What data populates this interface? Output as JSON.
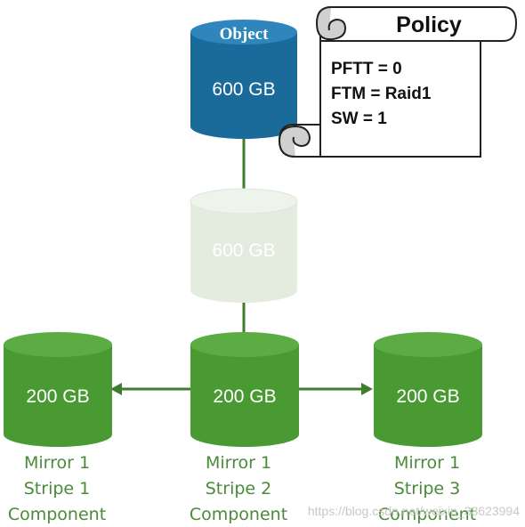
{
  "object": {
    "title": "Object",
    "size": "600 GB"
  },
  "policy": {
    "title": "Policy",
    "lines": [
      "PFTT = 0",
      "FTM = Raid1",
      "SW = 1"
    ]
  },
  "mirror": {
    "size": "600 GB"
  },
  "components": [
    {
      "size": "200 GB",
      "line1": "Mirror 1",
      "line2": "Stripe 1",
      "line3": "Component"
    },
    {
      "size": "200 GB",
      "line1": "Mirror 1",
      "line2": "Stripe 2",
      "line3": "Component"
    },
    {
      "size": "200 GB",
      "line1": "Mirror 1",
      "line2": "Stripe 3",
      "line3": "Component"
    }
  ],
  "watermark": "https://blog.csdn.net/weixin_38623994",
  "colors": {
    "object_body": "#1a6a9a",
    "object_top": "#2e86bd",
    "mirror_body": "#e4ecdf",
    "mirror_top": "#eef3eb",
    "component_body": "#4a9a34",
    "component_top": "#5cac44",
    "connector": "#3f7d2e",
    "caption": "#4a8a38"
  }
}
